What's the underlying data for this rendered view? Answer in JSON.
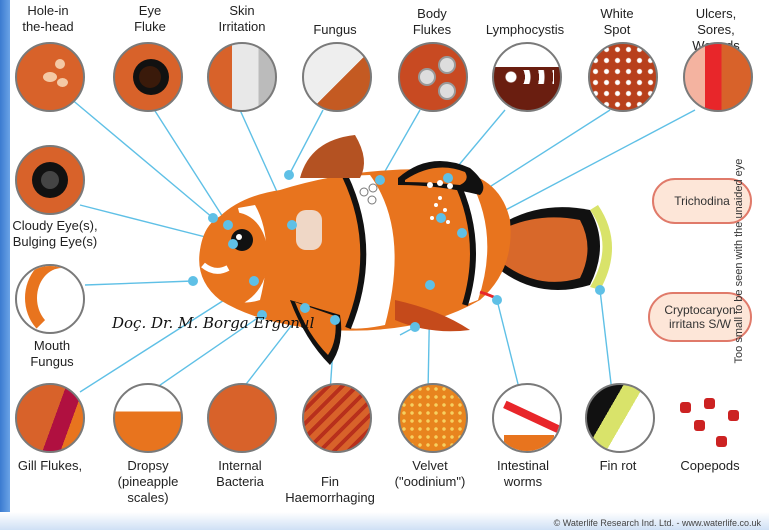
{
  "labels": {
    "hole_in_the_head": "Hole-in\nthe-head",
    "eye_fluke": "Eye\nFluke",
    "skin_irritation": "Skin\nIrritation",
    "fungus": "Fungus",
    "body_flukes": "Body\nFlukes",
    "lymphocystis": "Lymphocystis",
    "white_spot": "White\nSpot",
    "ulcers": "Ulcers, Sores,\nWounds",
    "cloudy_eye": "Cloudy Eye(s),\nBulging Eye(s)",
    "mouth_fungus": "Mouth\nFungus",
    "gill_flukes": "Gill Flukes,",
    "dropsy": "Dropsy\n(pineapple\nscales)",
    "internal_bacteria": "Internal\nBacteria",
    "fin_haemorrhaging": "Fin\nHaemorrhaging",
    "velvet": "Velvet\n(\"oodinium\")",
    "intestinal_worms": "Intestinal\nworms",
    "fin_rot": "Fin rot",
    "copepods": "Copepods"
  },
  "pills": {
    "trichodina": "Trichodina",
    "cryptocaryon": "Cryptocaryon\nirritans S/W"
  },
  "side_note": "Too small to be seen with the unaided eye",
  "watermark": "Doç. Dr. M. Borga Ergonul",
  "copyright": "© Waterlife Research Ind. Ltd. - www.waterlife.co.uk",
  "colors": {
    "orange": "#e8741e",
    "black_band": "#111111",
    "line": "#5fc0e6",
    "pill_fill": "#fde6d8"
  }
}
